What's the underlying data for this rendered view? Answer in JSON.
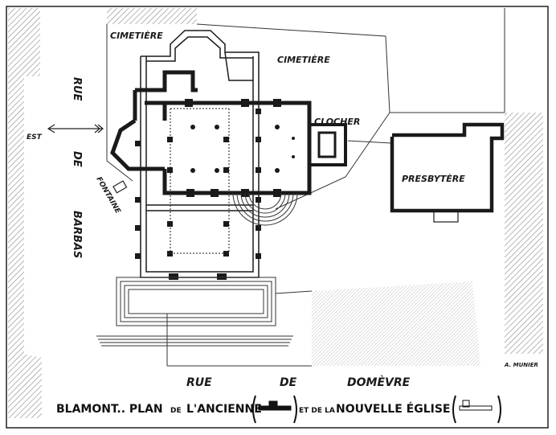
{
  "labels": {
    "cimetiere_left": "CIMETIÈRE",
    "cimetiere_right": "CIMETIÈRE",
    "clocher": "CLOCHER",
    "presbytere": "PRESBYTÈRE",
    "fontaine": "FONTAINE",
    "est": "EST",
    "rue_barbas": [
      "RUE",
      "DE",
      "BARBAS"
    ],
    "rue_domevre": [
      "RUE",
      "DE",
      "DOMÈVRE"
    ],
    "signature": "A. MUNIER"
  },
  "caption": {
    "part1": "BLAMONT.. PLAN",
    "de1": "DE",
    "part2": "L'ANCIENNE",
    "et": "ET DE LA",
    "part3": "NOUVELLE ÉGLISE"
  },
  "colors": {
    "ink": "#1a1a1a",
    "hatch": "#9a9a9a",
    "paper": "#ffffff"
  }
}
